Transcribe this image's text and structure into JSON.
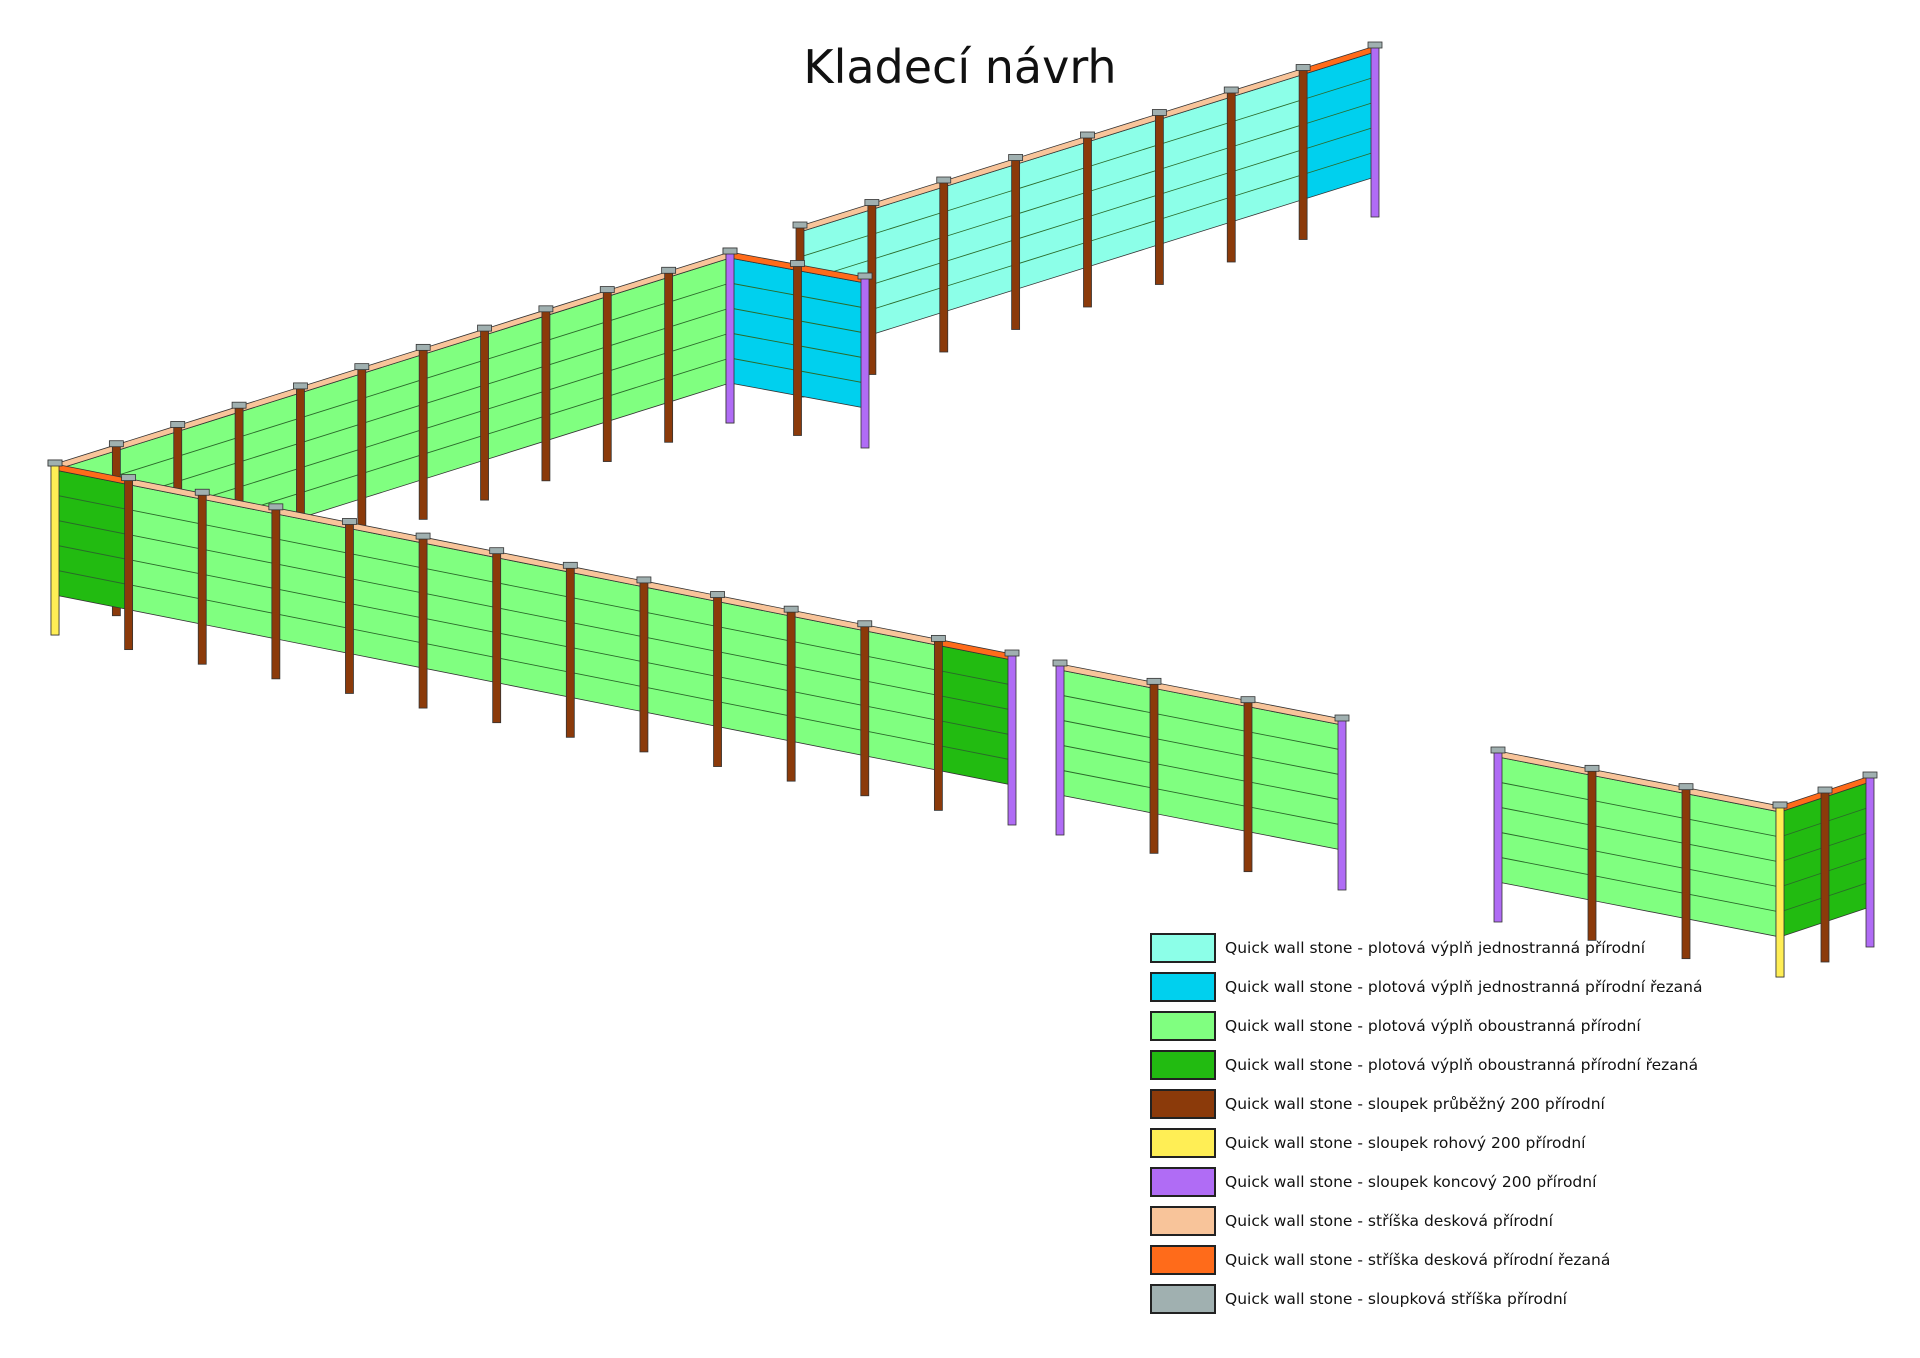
{
  "title": "Kladecí návrh",
  "colors": {
    "fill_one_sided": "#8cffe8",
    "fill_one_sided_cut": "#00d0ee",
    "fill_two_sided": "#80ff80",
    "fill_two_sided_cut": "#22bb11",
    "post_through": "#8b3a0a",
    "post_corner": "#ffee55",
    "post_end": "#b06cf5",
    "cap_board": "#f8c49a",
    "cap_board_cut": "#ff6b1a",
    "post_cap": "#a0b0b0"
  },
  "legend": [
    {
      "label": "Quick wall stone - plotová výplň jednostranná přírodní",
      "color": "#8cffe8"
    },
    {
      "label": "Quick wall stone - plotová výplň jednostranná přírodní řezaná",
      "color": "#00d0ee"
    },
    {
      "label": "Quick wall stone - plotová výplň oboustranná přírodní",
      "color": "#80ff80"
    },
    {
      "label": "Quick wall stone - plotová výplň oboustranná přírodní řezaná",
      "color": "#22bb11"
    },
    {
      "label": "Quick wall stone - sloupek průběžný 200 přírodní",
      "color": "#8b3a0a"
    },
    {
      "label": "Quick wall stone - sloupek rohový 200 přírodní",
      "color": "#ffee55"
    },
    {
      "label": "Quick wall stone - sloupek koncový 200 přírodní",
      "color": "#b06cf5"
    },
    {
      "label": "Quick wall stone - stříška desková přírodní",
      "color": "#f8c49a"
    },
    {
      "label": "Quick wall stone - stříška desková přírodní řezaná",
      "color": "#ff6b1a"
    },
    {
      "label": "Quick wall stone - sloupková stříška přírodní",
      "color": "#a0b0b0"
    }
  ]
}
